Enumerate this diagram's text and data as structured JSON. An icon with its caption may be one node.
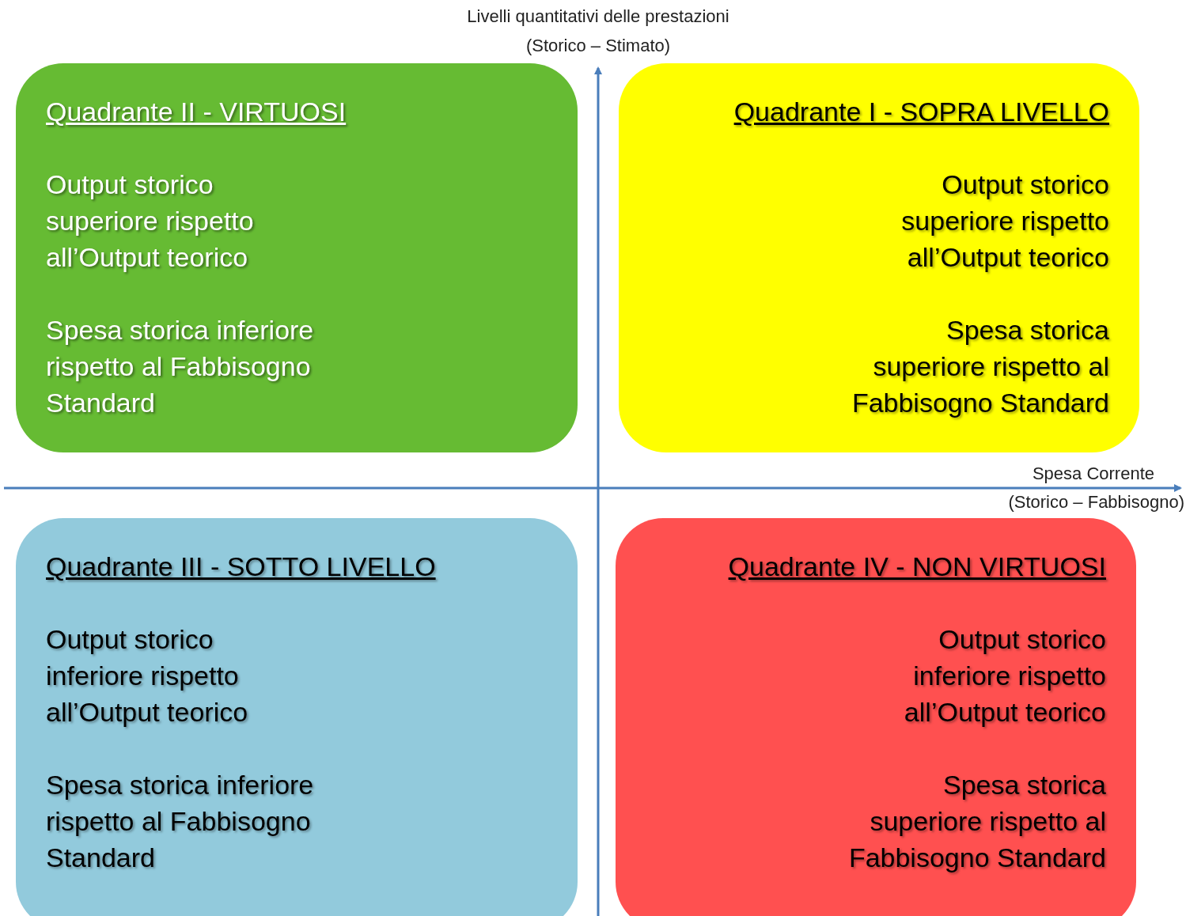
{
  "diagram": {
    "nodes": [
      {
        "text": [
          "Quadrante II - VIRTUOSI",
          "Output storico superiore rispetto all’Output teorico",
          "Spesa storica inferiore rispetto al Fabbisogno Standard"
        ]
      },
      {
        "text": [
          "Quadrante I - SOPRA LIVELLO",
          "Output storico superiore rispetto all’Output teorico",
          "Spesa storica superiore rispetto al Fabbisogno Standard"
        ]
      },
      {
        "text": [
          "Quadrante III - SOTTO LIVELLO",
          "Output storico inferiore rispetto all’Output teorico",
          "Spesa storica inferiore rispetto al Fabbisogno Standard"
        ]
      },
      {
        "text": [
          "Quadrante IV - NON VIRTUOSI",
          "Output storico inferiore rispetto all’Output teorico",
          "Spesa storica superiore rispetto al Fabbisogno Standard"
        ]
      }
    ],
    "edges": [],
    "labels": [
      "Livelli quantitativi delle prestazioni",
      "(Storico – Stimato)",
      "Spesa Corrente",
      "(Storico – Fabbisogno)"
    ]
  }
}
